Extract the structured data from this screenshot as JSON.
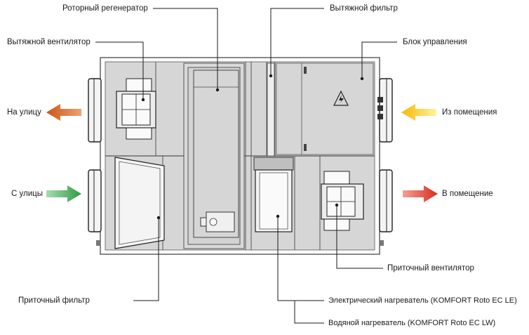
{
  "labels": {
    "rotary_regenerator": "Роторный регенератор",
    "exhaust_filter": "Вытяжной фильтр",
    "exhaust_fan": "Вытяжной вентилятор",
    "control_unit": "Блок управления",
    "to_outside": "На улицу",
    "from_room": "Из помещения",
    "from_outside": "С улицы",
    "to_room": "В помещение",
    "supply_fan": "Приточный вентилятор",
    "supply_filter": "Приточный фильтр",
    "electric_heater": "Электрический нагреватель (KOMFORT Roto EC LE)",
    "water_heater": "Водяной нагреватель (KOMFORT Roto EC LW)"
  },
  "colors": {
    "arrow_to_outside": "#c8581a",
    "arrow_from_room": "#f5b800",
    "arrow_from_outside": "#3aa84a",
    "arrow_to_room": "#e0352b",
    "panel": "#d4d4d4",
    "frame": "#3a3a3a"
  },
  "icons": {
    "warning": "electric-hazard-icon"
  }
}
